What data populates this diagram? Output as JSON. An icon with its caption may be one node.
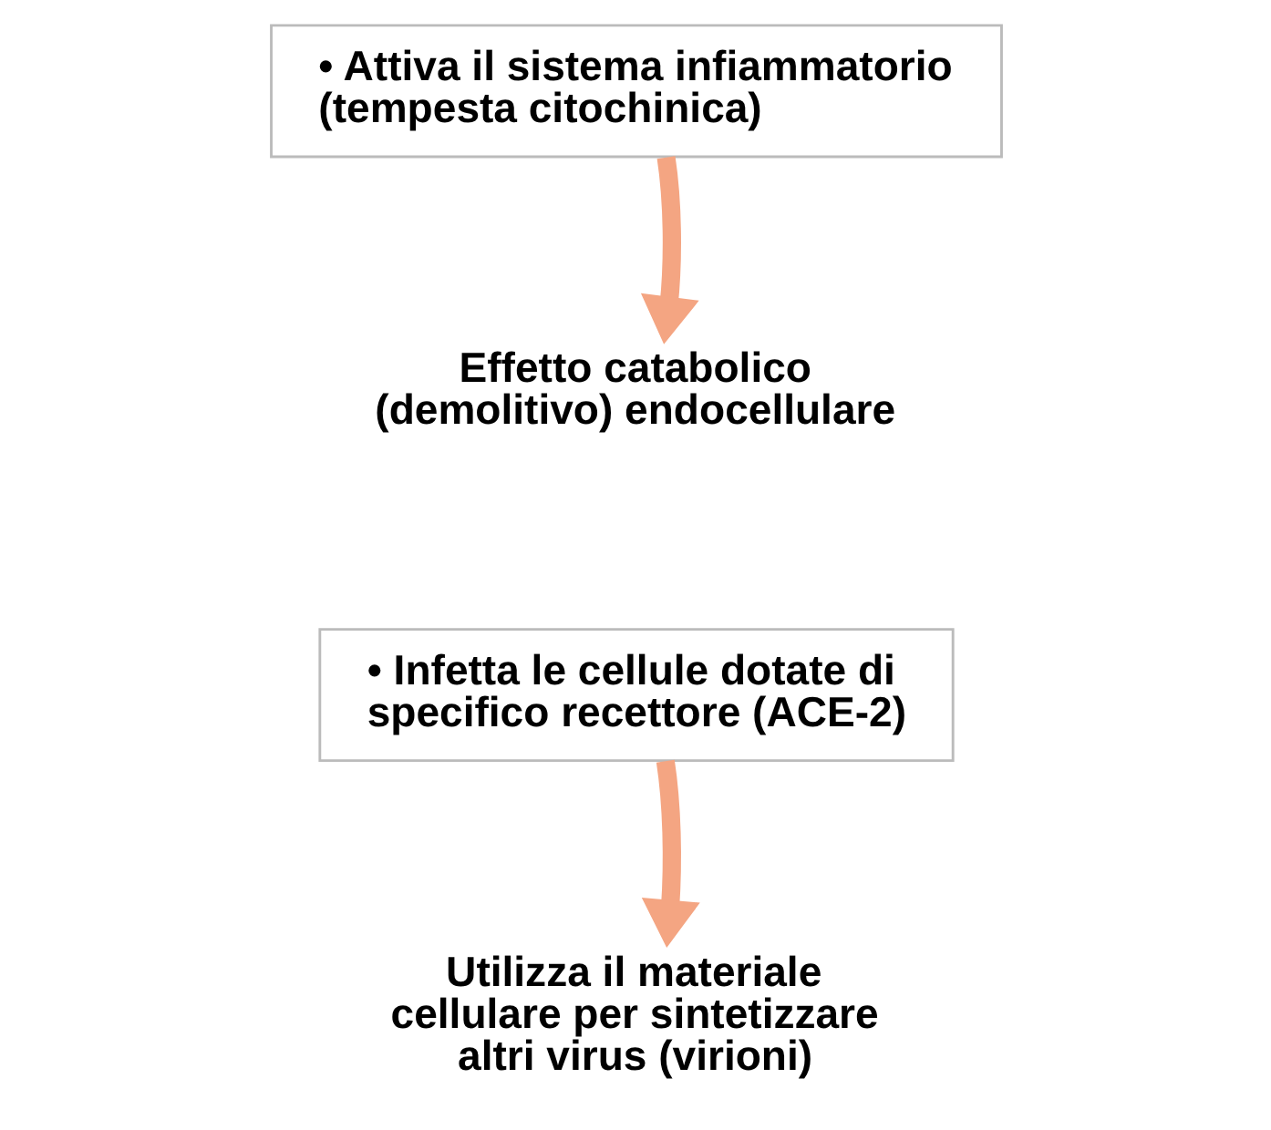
{
  "diagram": {
    "nodes": [
      {
        "text": [
          "• Attiva il sistema infiammatorio (tempesta citochinica)"
        ]
      },
      {
        "text": [
          "Effetto catabolico (demolitivo) endocellulare"
        ]
      },
      {
        "text": [
          "• Infetta le cellule dotate di specifico recettore (ACE-2)"
        ]
      },
      {
        "text": [
          "Utilizza il materiale cellulare per sintetizzare altri virus (virioni)"
        ]
      }
    ],
    "edges": [
      {
        "from": 0,
        "to": 1,
        "arrow": "to"
      },
      {
        "from": 2,
        "to": 3,
        "arrow": "to"
      }
    ]
  }
}
